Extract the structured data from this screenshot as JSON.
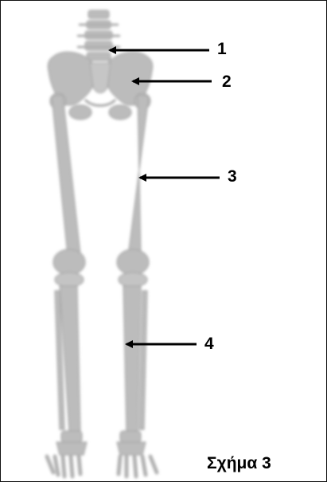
{
  "figure": {
    "labels": [
      "1",
      "2",
      "3",
      "4"
    ],
    "caption": "Σχήμα 3",
    "colors": {
      "bone": "#bfbfbf",
      "bone_dark": "#a9a9a9",
      "arrow": "#000000",
      "border": "#111111"
    }
  }
}
